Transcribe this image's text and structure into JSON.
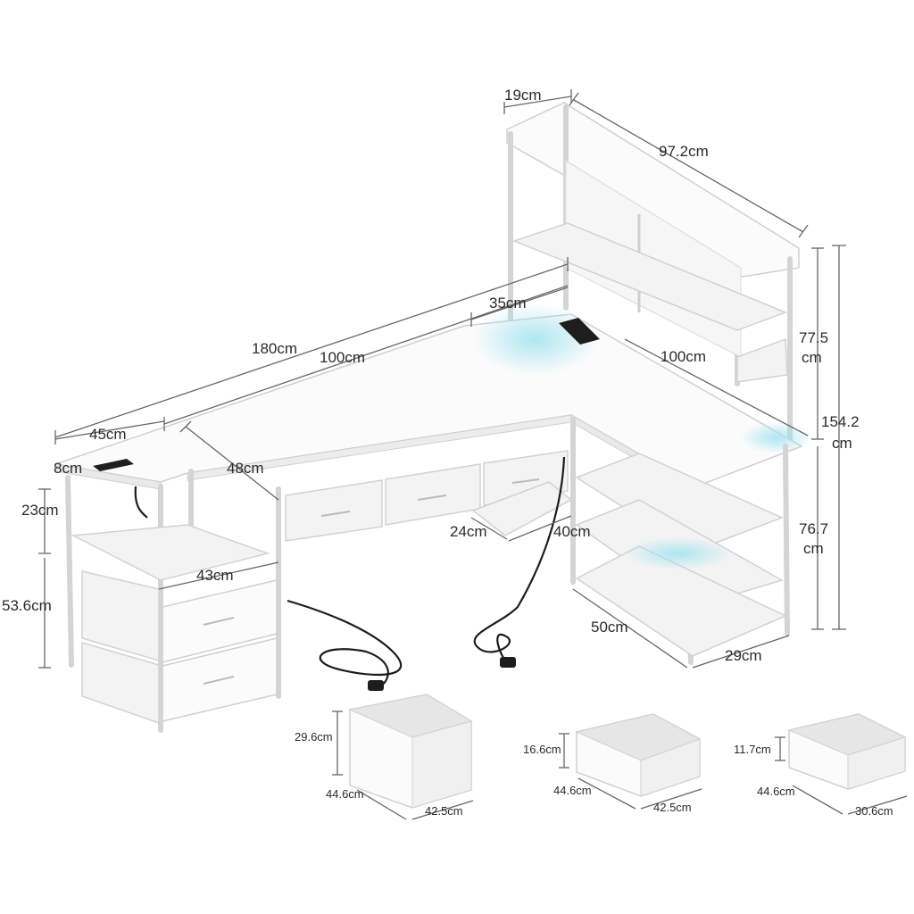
{
  "dimensions": {
    "hutch_depth": "19cm",
    "hutch_width": "97.2cm",
    "shelf_width": "35cm",
    "desk_length": "180cm",
    "desk_main": "100cm",
    "desk_return": "100cm",
    "total_height_top": "77.5",
    "total_height_top_unit": "cm",
    "total_height": "154.2",
    "total_height_unit": "cm",
    "lower_height": "76.7",
    "lower_height_unit": "cm",
    "cabinet_top_depth": "45cm",
    "top_edge": "8cm",
    "cabinet_width": "48cm",
    "cabinet_gap": "23cm",
    "cabinet_height": "53.6cm",
    "cabinet_depth": "43cm",
    "shelf_depth": "24cm",
    "shelf_width_lower": "40cm",
    "tower_width": "50cm",
    "tower_depth": "29cm"
  },
  "drawers": [
    {
      "height": "29.6cm",
      "depth": "44.6cm",
      "width": "42.5cm"
    },
    {
      "height": "16.6cm",
      "depth": "44.6cm",
      "width": "42.5cm"
    },
    {
      "height": "11.7cm",
      "depth": "44.6cm",
      "width": "30.6cm"
    }
  ],
  "colors": {
    "accent_led": "#9fe3ef",
    "frame": "#d4d4d4",
    "line": "#666666"
  }
}
